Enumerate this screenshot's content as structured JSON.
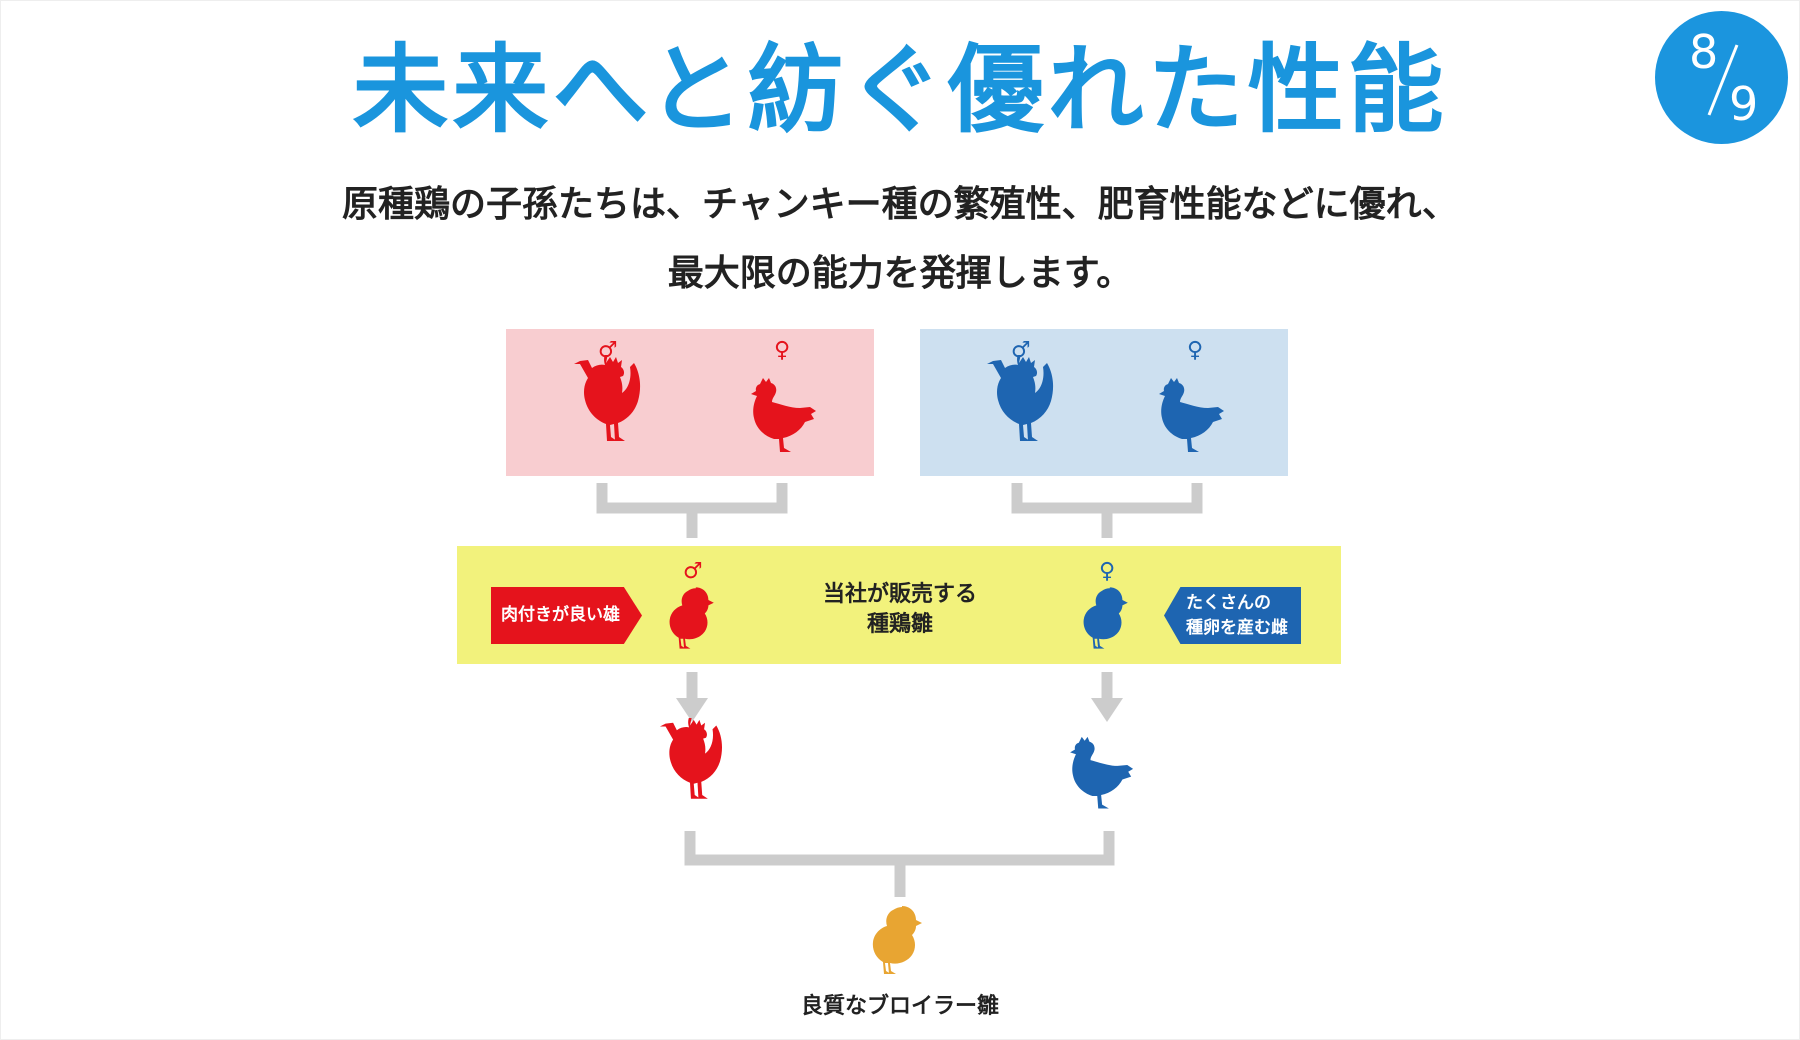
{
  "title": "未来へと紡ぐ優れた性能",
  "page_counter": {
    "current": "8",
    "total": "9"
  },
  "subtitle": {
    "line1": "原種鶏の子孫たちは、チャンキー種の繁殖性、肥育性能などに優れ、",
    "line2": "最大限の能力を発揮します。"
  },
  "symbols": {
    "male": "♂",
    "female": "♀"
  },
  "sales_band": {
    "label_line1": "当社が販売する",
    "label_line2": "種鶏雛",
    "male_tag": "肉付きが良い雄",
    "female_tag_line1": "たくさんの",
    "female_tag_line2": "種卵を産む雌"
  },
  "result_caption": "良質なブロイラー雛",
  "colors": {
    "title_blue": "#1a95dd",
    "male_line_red": "#e5131c",
    "female_line_blue": "#1e65b1",
    "red_panel": "#f8cdd0",
    "blue_panel": "#cde0f0",
    "band_yellow": "#f2f27c",
    "connector_gray": "#cccccc",
    "broiler_chick": "#e8a532"
  },
  "icons": [
    "rooster-icon",
    "hen-icon",
    "chick-icon"
  ]
}
